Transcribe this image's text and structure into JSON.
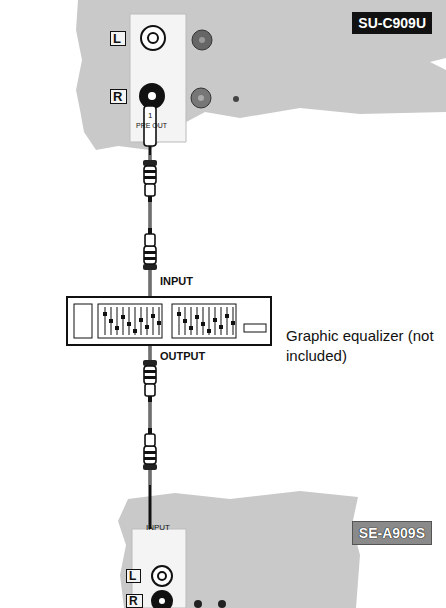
{
  "diagram": {
    "nodes": [
      {
        "text": [
          "SU-C909U"
        ]
      },
      {
        "text": [
          "Graphic equalizer (not included)"
        ]
      },
      {
        "text": [
          "SE-A909S"
        ]
      }
    ],
    "edges": [
      {
        "from": 0,
        "to": 1,
        "arrow": "none"
      },
      {
        "from": 1,
        "to": 2,
        "arrow": "none"
      }
    ],
    "labels": [
      "L",
      "R",
      "1",
      "PRE OUT",
      "INPUT",
      "OUTPUT",
      "INPUT",
      "L",
      "R"
    ]
  }
}
